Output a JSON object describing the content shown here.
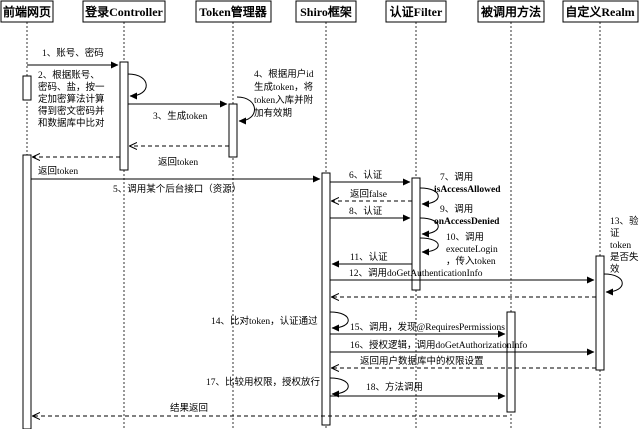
{
  "lifelines": [
    {
      "id": "frontend",
      "title": "前端网页"
    },
    {
      "id": "login",
      "title": "登录Controller"
    },
    {
      "id": "token",
      "title": "Token管理器"
    },
    {
      "id": "shiro",
      "title": "Shiro框架"
    },
    {
      "id": "filter",
      "title": "认证Filter"
    },
    {
      "id": "method",
      "title": "被调用方法"
    },
    {
      "id": "realm",
      "title": "自定义Realm"
    }
  ],
  "messages": {
    "m1": "1、账号、密码",
    "m2": [
      "2、根据账号、",
      "密码、盐，按一",
      "定加密算法计算",
      "得到密文密码并",
      "和数据库中比对"
    ],
    "m3": "3、生成token",
    "m4": [
      "4、根据用户id",
      "生成token，将",
      "token入库并附",
      "加有效期"
    ],
    "m_ret_token": "返回token",
    "m_ret_token2": "返回token",
    "m5": "5、调用某个后台接口（资源）",
    "m6": "6、认证",
    "m7": [
      "7、调用",
      "isAccessAllowed"
    ],
    "m_ret_false": "返回false",
    "m9": [
      "9、调用",
      "onAccessDenied"
    ],
    "m8": "8、认证",
    "m10": [
      "10、调用",
      "executeLogin",
      "，传入token"
    ],
    "m13": [
      "13、验",
      "证",
      "token",
      "是否失",
      "效"
    ],
    "m11": "11、认证",
    "m12": "12、调用doGetAuthenticationInfo",
    "m14": "14、比对token，认证通过",
    "m15": "15、调用，发现@RequiresPermissions",
    "m16": "16、授权逻辑，调用doGetAuthorizationInfo",
    "m_ret_perm": "返回用户数据库中的权限设置",
    "m17": "17、比较用权限，授权放行",
    "m18": "18、方法调用",
    "m_result": "结果返回"
  }
}
